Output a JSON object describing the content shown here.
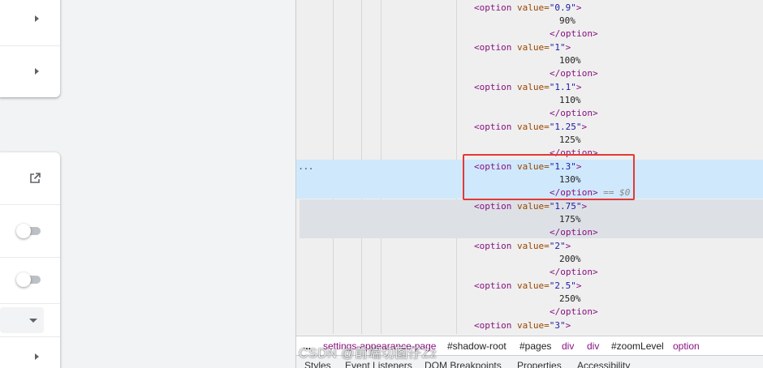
{
  "elements_panel": {
    "options": [
      {
        "open": "<option",
        "attr": " value=",
        "value": "\"0.9\"",
        "close_bracket": ">",
        "text": "90%",
        "end": "</option>"
      },
      {
        "open": "<option",
        "attr": " value=",
        "value": "\"1\"",
        "close_bracket": ">",
        "text": "100%",
        "end": "</option>"
      },
      {
        "open": "<option",
        "attr": " value=",
        "value": "\"1.1\"",
        "close_bracket": ">",
        "text": "110%",
        "end": "</option>"
      },
      {
        "open": "<option",
        "attr": " value=",
        "value": "\"1.25\"",
        "close_bracket": ">",
        "text": "125%",
        "end": "</option>"
      },
      {
        "open": "<option",
        "attr": " value=",
        "value": "\"1.3\"",
        "close_bracket": ">",
        "text": "130%",
        "end": "</option>",
        "selected_marker": "== $0"
      },
      {
        "open": "<option",
        "attr": " value=",
        "value": "\"1.75\"",
        "close_bracket": ">",
        "text": "175%",
        "end": "</option>"
      },
      {
        "open": "<option",
        "attr": " value=",
        "value": "\"2\"",
        "close_bracket": ">",
        "text": "200%",
        "end": "</option>"
      },
      {
        "open": "<option",
        "attr": " value=",
        "value": "\"2.5\"",
        "close_bracket": ">",
        "text": "250%",
        "end": "</option>"
      },
      {
        "open": "<option",
        "attr": " value=",
        "value": "\"3\"",
        "close_bracket": ">"
      }
    ],
    "row_menu": "..."
  },
  "breadcrumbs": {
    "ellipsis": "...",
    "items": [
      "settings-appearance-page",
      "#shadow-root",
      "#pages",
      "div",
      "div",
      "#zoomLevel",
      "option"
    ]
  },
  "bottom_tabs": [
    "Styles",
    "Event Listeners",
    "DOM Breakpoints",
    "Properties",
    "Accessibility"
  ],
  "watermark": "CSDN @前端切图仔Zz",
  "colors": {
    "tag": "#881280",
    "attribute": "#994500",
    "value": "#1a1aa6",
    "selected_row": "#cfe8fc",
    "hover_row": "#dde1e6",
    "highlight_box": "#e53935"
  }
}
